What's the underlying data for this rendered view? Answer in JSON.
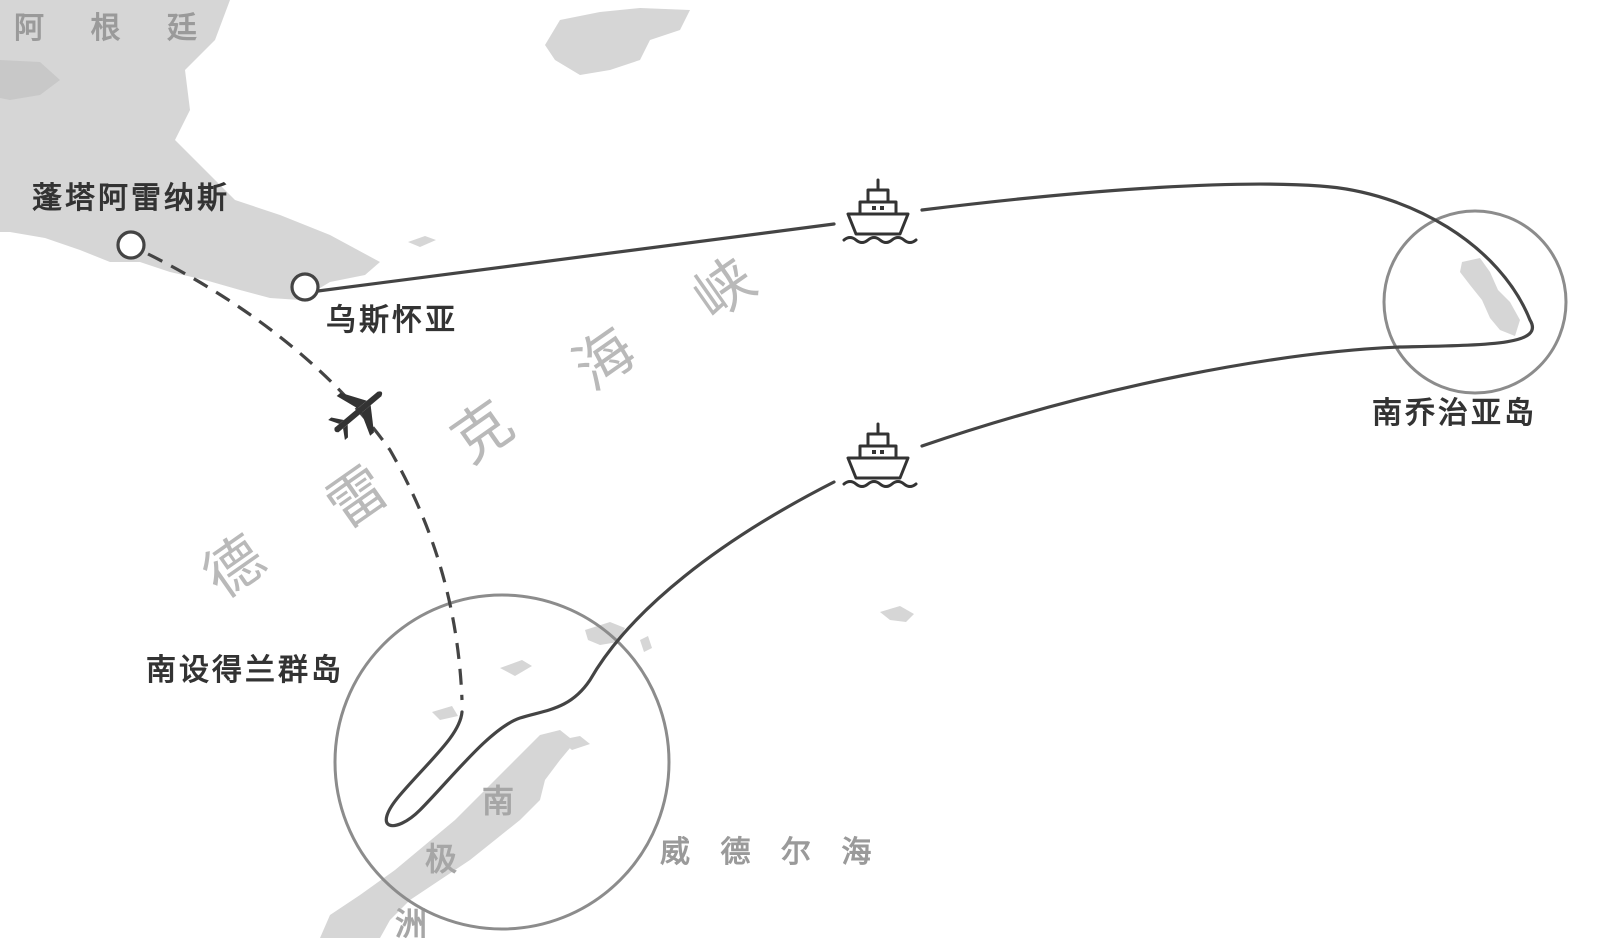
{
  "places": {
    "argentina": "阿 根 廷",
    "punta_arenas": "蓬塔阿雷纳斯",
    "ushuaia": "乌斯怀亚",
    "south_georgia": "南乔治亚岛",
    "south_shetland": "南设得兰群岛",
    "weddell_sea": "威 德 尔 海"
  },
  "drake_passage": [
    "德",
    "雷",
    "克",
    "海",
    "峡"
  ],
  "antarctica": [
    "南",
    "极",
    "洲"
  ],
  "icons": {
    "ship_north": "ship-icon",
    "ship_south": "ship-icon",
    "plane": "airplane-icon"
  },
  "colors": {
    "route": "#444444",
    "land": "#d6d6d6",
    "ring": "#8c8c8c"
  }
}
